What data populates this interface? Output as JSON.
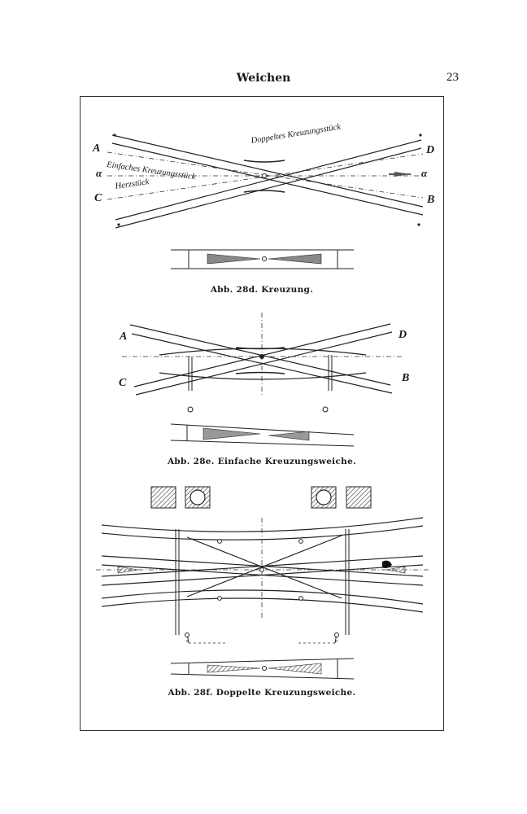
{
  "header": {
    "running_title": "Weichen",
    "page_number": "23"
  },
  "figures": [
    {
      "caption": "Abb. 28d. Kreuzung.",
      "labels": {
        "A": "A",
        "B": "B",
        "C": "C",
        "D": "D",
        "alpha_left": "α",
        "alpha_right": "α"
      },
      "annotations": {
        "doppeltes": "Doppeltes Kreuzungsstück",
        "einfaches": "Einfaches Kreuzungsstück",
        "herzstueck": "Herzstück"
      }
    },
    {
      "caption": "Abb. 28e. Einfache Kreuzungsweiche.",
      "labels": {
        "A": "A",
        "B": "B",
        "C": "C",
        "D": "D"
      }
    },
    {
      "caption": "Abb. 28f. Doppelte Kreuzungsweiche."
    }
  ]
}
